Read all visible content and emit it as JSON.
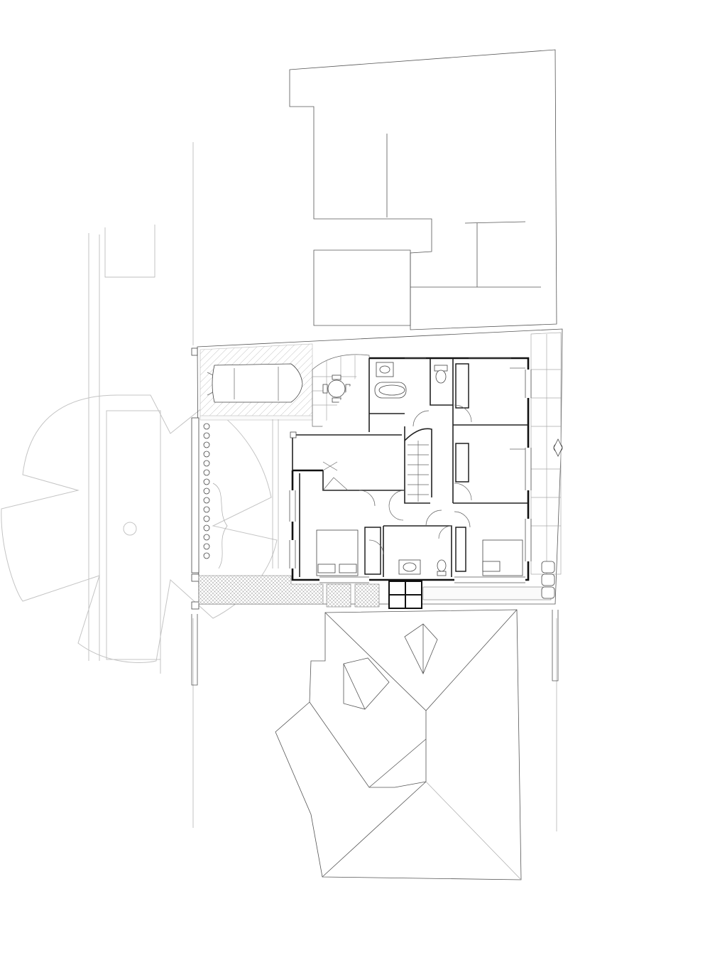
{
  "drawing": {
    "type": "architectural-site-floor-plan",
    "line_color": "#111111",
    "secondary_line_color": "#555555",
    "context_line_color": "#aaaaaa",
    "background": "#ffffff"
  },
  "legend": {
    "site_context": "neighbouring-building-outlines",
    "vegetation": "tree-canopy-outline",
    "vehicle": "parked-car-outline",
    "furniture": "round-table-with-chairs",
    "north_marker": "arrow-marker"
  }
}
